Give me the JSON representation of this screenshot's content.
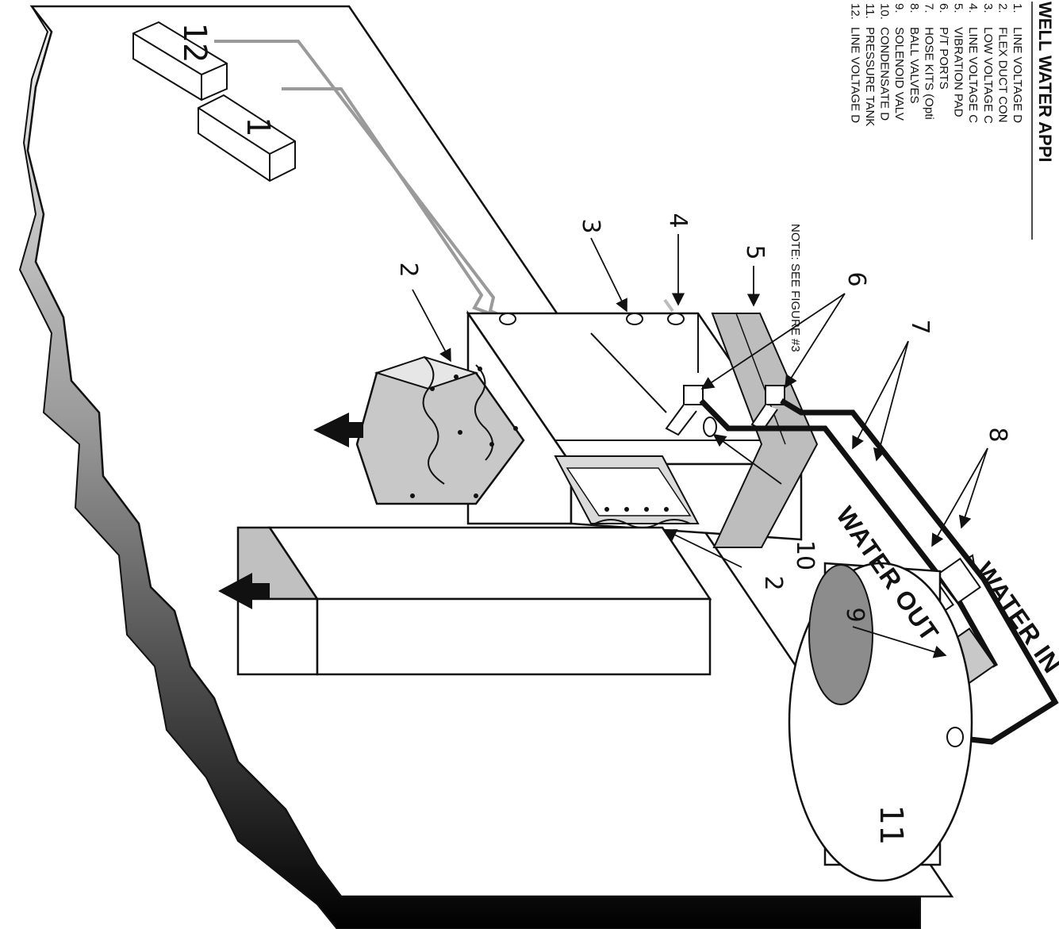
{
  "diagram": {
    "title": "WELL WATER APPI",
    "legend": [
      {
        "num": "1.",
        "text": "LINE VOLTAGE D"
      },
      {
        "num": "2.",
        "text": "FLEX DUCT CON"
      },
      {
        "num": "3.",
        "text": "LOW VOLTAGE C"
      },
      {
        "num": "4.",
        "text": "LINE VOLTAGE C"
      },
      {
        "num": "5.",
        "text": "VIBRATION PAD"
      },
      {
        "num": "6.",
        "text": "P/T PORTS"
      },
      {
        "num": "7.",
        "text": "HOSE KITS (Opti"
      },
      {
        "num": "8.",
        "text": "BALL VALVES"
      },
      {
        "num": "9.",
        "text": "SOLENOID VALV"
      },
      {
        "num": "10.",
        "text": "CONDENSATE D"
      },
      {
        "num": "11.",
        "text": "PRESSURE TANK"
      },
      {
        "num": "12.",
        "text": "LINE VOLTAGE D"
      }
    ],
    "note": "NOTE:  SEE FIGURE #3",
    "water_out": "WATER OUT",
    "water_in": "WATER IN",
    "box_labels": {
      "disconnect_1": "1",
      "disconnect_12": "12",
      "tank": "11"
    },
    "callouts": {
      "c2a": "2",
      "c2b": "2",
      "c3": "3",
      "c4": "4",
      "c5": "5",
      "c6": "6",
      "c7": "7",
      "c8": "8",
      "c9": "9",
      "c10": "10"
    },
    "colors": {
      "outline": "#111111",
      "duct_fill": "#c8c8c8",
      "tank_core": "#8c8c8c",
      "pad_fill": "#bdbdbd",
      "wire_gray": "#9a9a9a",
      "hose": "#111111"
    }
  }
}
